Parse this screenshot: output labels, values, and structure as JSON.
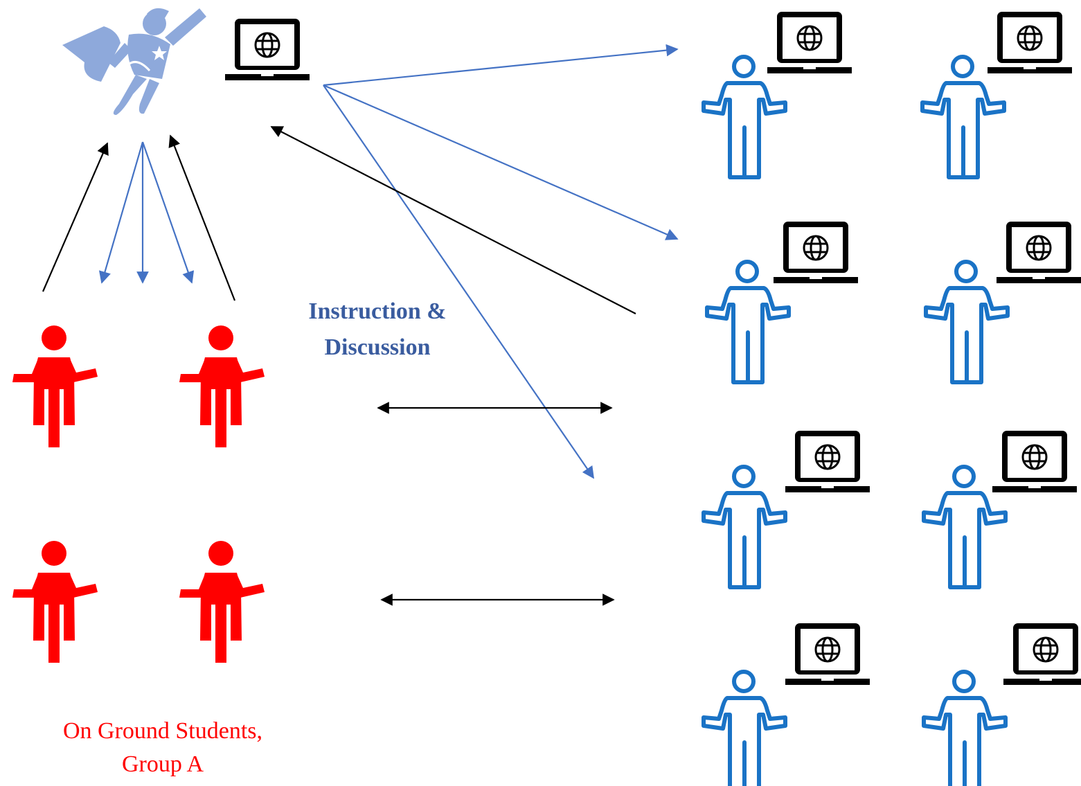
{
  "labels": {
    "instruction_line1": "Instruction &",
    "instruction_line2": "Discussion",
    "caption_line1": "On Ground Students,",
    "caption_line2": "Group A"
  },
  "colors": {
    "instructor": "#8EA9DB",
    "remote_student": "#1A73C6",
    "on_ground_student": "#FF0000",
    "arrow_blue": "#4472C4",
    "arrow_black": "#000000",
    "text_blue": "#3A5C9F",
    "text_red": "#FF0000"
  },
  "icons": {
    "instructor": "superhero-woman-icon",
    "laptop": "laptop-globe-icon",
    "on_ground_student": "person-shrug-solid-icon",
    "remote_student": "person-shrug-outline-icon"
  }
}
